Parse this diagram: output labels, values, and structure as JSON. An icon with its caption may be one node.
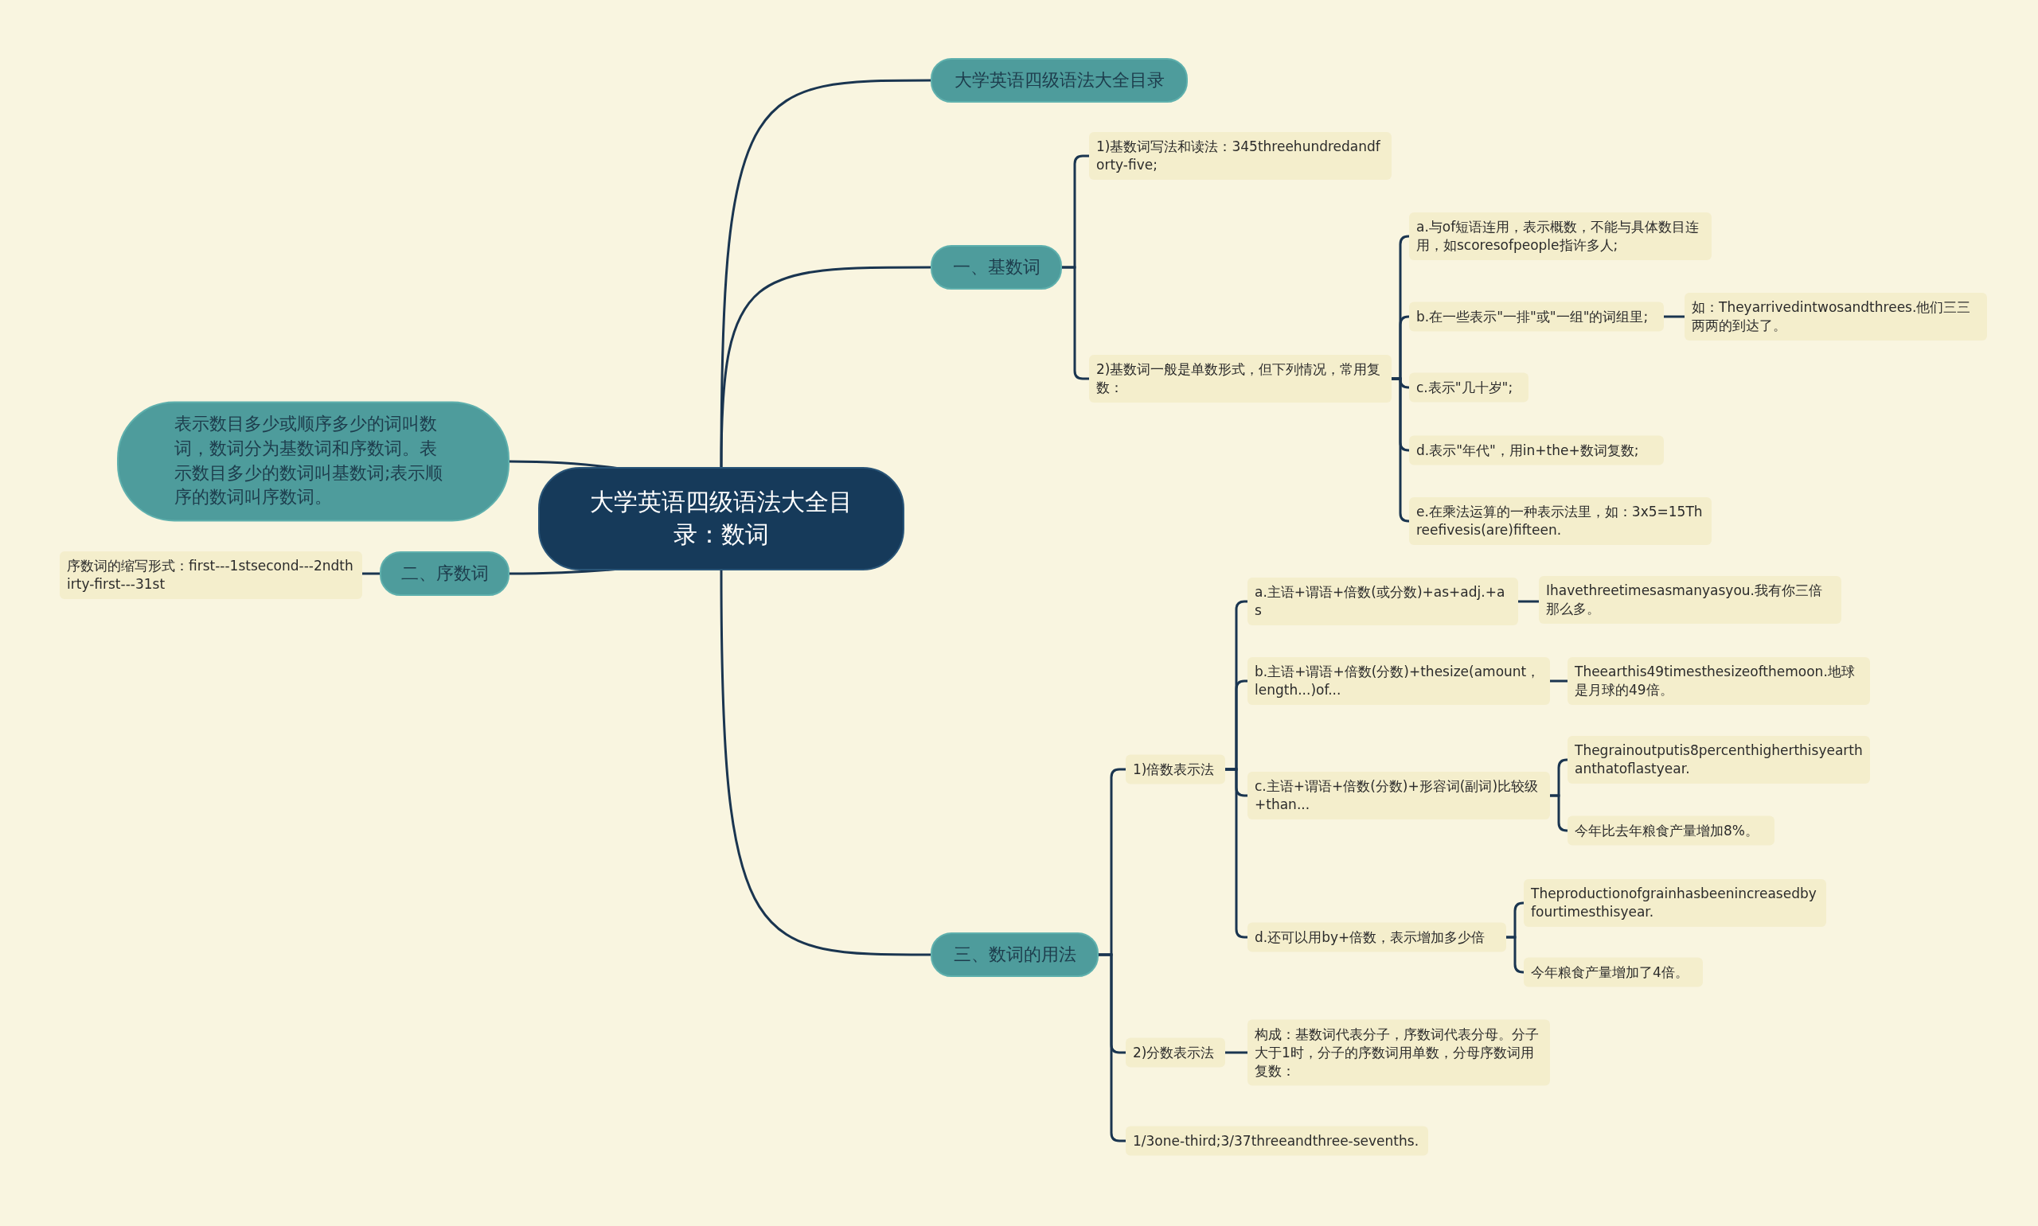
{
  "diagram": {
    "nodes": [
      {
        "text": [
          "大学英语四级语法大全目录：数词"
        ]
      },
      {
        "text": [
          "大学英语四级语法大全目录"
        ]
      },
      {
        "text": [
          "一、基数词"
        ]
      },
      {
        "text": [
          "1)基数词写法和读法：345threehundredandforty-five;"
        ]
      },
      {
        "text": [
          "2)基数词一般是单数形式，但下列情况，常用复数："
        ]
      },
      {
        "text": [
          "a.与of短语连用，表示概数，不能与具体数目连用，如scoresofpeople指许多人;"
        ]
      },
      {
        "text": [
          "b.在一些表示\"一排\"或\"一组\"的词组里;"
        ]
      },
      {
        "text": [
          "如：Theyarrivedintwosandthrees.他们三三两两的到达了。"
        ]
      },
      {
        "text": [
          "c.表示\"几十岁\";"
        ]
      },
      {
        "text": [
          "d.表示\"年代\"，用in+the+数词复数;"
        ]
      },
      {
        "text": [
          "e.在乘法运算的一种表示法里，如：3x5=15Threefivesis(are)fifteen."
        ]
      },
      {
        "text": [
          "表示数目多少或顺序多少的词叫数词，数词分为基数词和序数词。表示数目多少的数词叫基数词;表示顺序的数词叫序数词。"
        ]
      },
      {
        "text": [
          "二、序数词"
        ]
      },
      {
        "text": [
          "序数词的缩写形式：first---1stsecond---2ndthirty-first---31st"
        ]
      },
      {
        "text": [
          "三、数词的用法"
        ]
      },
      {
        "text": [
          "1)倍数表示法"
        ]
      },
      {
        "text": [
          "a.主语+谓语+倍数(或分数)+as+adj.+as"
        ]
      },
      {
        "text": [
          "Ihavethreetimesasmanyasyou.我有你三倍那么多。"
        ]
      },
      {
        "text": [
          "b.主语+谓语+倍数(分数)+thesize(amount，length...)of..."
        ]
      },
      {
        "text": [
          "Theearthis49timesthesizeofthemoon.地球是月球的49倍。"
        ]
      },
      {
        "text": [
          "c.主语+谓语+倍数(分数)+形容词(副词)比较级+than..."
        ]
      },
      {
        "text": [
          "Thegrainoutputis8percenthigherthisyearthanthatoflastyear."
        ]
      },
      {
        "text": [
          "今年比去年粮食产量增加8%。"
        ]
      },
      {
        "text": [
          "d.还可以用by+倍数，表示增加多少倍"
        ]
      },
      {
        "text": [
          "Theproductionofgrainhasbeenincreasedbyfourtimesthisyear."
        ]
      },
      {
        "text": [
          "今年粮食产量增加了4倍。"
        ]
      },
      {
        "text": [
          "2)分数表示法"
        ]
      },
      {
        "text": [
          "构成：基数词代表分子，序数词代表分母。分子大于1时，分子的序数词用单数，分母序数词用复数："
        ]
      },
      {
        "text": [
          "1/3one-third;3/37threeandthree-sevenths."
        ]
      }
    ],
    "edges": [
      {
        "from": 0,
        "to": 1,
        "arrow": "none"
      },
      {
        "from": 0,
        "to": 2,
        "arrow": "none"
      },
      {
        "from": 2,
        "to": 3,
        "arrow": "none"
      },
      {
        "from": 2,
        "to": 4,
        "arrow": "none"
      },
      {
        "from": 4,
        "to": 5,
        "arrow": "none"
      },
      {
        "from": 4,
        "to": 6,
        "arrow": "none"
      },
      {
        "from": 6,
        "to": 7,
        "arrow": "none"
      },
      {
        "from": 4,
        "to": 8,
        "arrow": "none"
      },
      {
        "from": 4,
        "to": 9,
        "arrow": "none"
      },
      {
        "from": 4,
        "to": 10,
        "arrow": "none"
      },
      {
        "from": 0,
        "to": 11,
        "arrow": "none"
      },
      {
        "from": 0,
        "to": 12,
        "arrow": "none"
      },
      {
        "from": 12,
        "to": 13,
        "arrow": "none"
      },
      {
        "from": 0,
        "to": 14,
        "arrow": "none"
      },
      {
        "from": 14,
        "to": 15,
        "arrow": "none"
      },
      {
        "from": 15,
        "to": 16,
        "arrow": "none"
      },
      {
        "from": 16,
        "to": 17,
        "arrow": "none"
      },
      {
        "from": 15,
        "to": 18,
        "arrow": "none"
      },
      {
        "from": 18,
        "to": 19,
        "arrow": "none"
      },
      {
        "from": 15,
        "to": 20,
        "arrow": "none"
      },
      {
        "from": 20,
        "to": 21,
        "arrow": "none"
      },
      {
        "from": 20,
        "to": 22,
        "arrow": "none"
      },
      {
        "from": 15,
        "to": 23,
        "arrow": "none"
      },
      {
        "from": 23,
        "to": 24,
        "arrow": "none"
      },
      {
        "from": 23,
        "to": 25,
        "arrow": "none"
      },
      {
        "from": 14,
        "to": 26,
        "arrow": "none"
      },
      {
        "from": 26,
        "to": 27,
        "arrow": "none"
      },
      {
        "from": 14,
        "to": 28,
        "arrow": "none"
      }
    ]
  }
}
